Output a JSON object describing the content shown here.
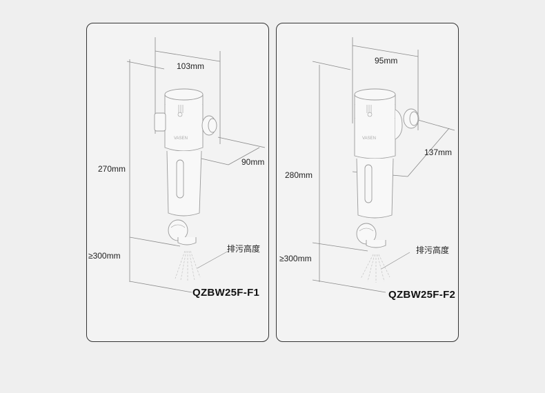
{
  "panels": [
    {
      "model": "QZBW25F-F1",
      "width_label": "103mm",
      "depth_label": "90mm",
      "height_label": "270mm",
      "clearance_label": "≥300mm",
      "drain_label": "排污高度",
      "brand_mark": "VASEN"
    },
    {
      "model": "QZBW25F-F2",
      "width_label": "95mm",
      "depth_label": "137mm",
      "height_label": "280mm",
      "clearance_label": "≥300mm",
      "drain_label": "排污高度",
      "brand_mark": "VASEN"
    }
  ],
  "colors": {
    "background": "#efefef",
    "panel_border": "#333333",
    "line": "#777777",
    "text": "#222222"
  }
}
